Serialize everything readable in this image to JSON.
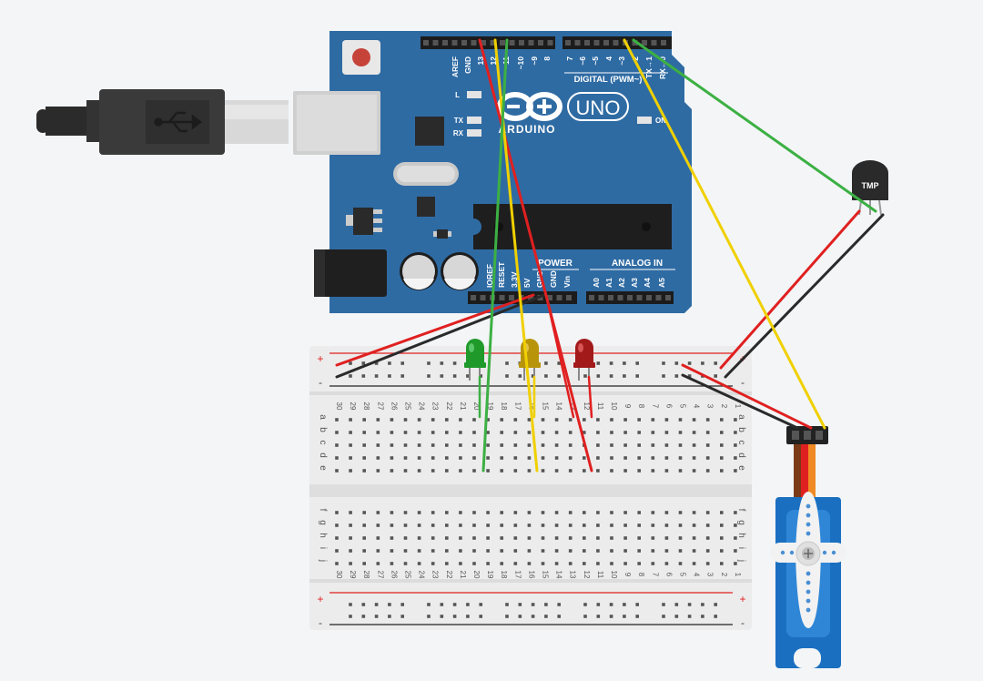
{
  "board": {
    "brand": "ARDUINO",
    "model": "UNO",
    "digital_header": "DIGITAL (PWM~)",
    "power_header": "POWER",
    "analog_header": "ANALOG IN",
    "label_l": "L",
    "label_tx": "TX",
    "label_rx": "RX",
    "label_on": "ON",
    "top_pins": [
      "AREF",
      "GND",
      "13",
      "12",
      "~11",
      "~10",
      "~9",
      "8",
      "7",
      "~6",
      "~5",
      "4",
      "~3",
      "2",
      "TX→1",
      "RX←0"
    ],
    "power_pins": [
      "IOREF",
      "RESET",
      "3.3V",
      "5V",
      "GND",
      "GND",
      "Vin"
    ],
    "analog_pins": [
      "A0",
      "A1",
      "A2",
      "A3",
      "A4",
      "A5"
    ]
  },
  "sensor": {
    "label": "TMP"
  },
  "breadboard": {
    "columns": [
      "30",
      "29",
      "28",
      "27",
      "26",
      "25",
      "24",
      "23",
      "22",
      "21",
      "20",
      "19",
      "18",
      "17",
      "16",
      "15",
      "14",
      "13",
      "12",
      "11",
      "10",
      "9",
      "8",
      "7",
      "6",
      "5",
      "4",
      "3",
      "2",
      "1"
    ],
    "rows_top": [
      "a",
      "b",
      "c",
      "d",
      "e"
    ],
    "rows_bottom": [
      "f",
      "g",
      "h",
      "i",
      "j"
    ],
    "plus": "+",
    "minus": "-"
  },
  "colors": {
    "board": "#2f6ba3",
    "wire_red": "#e02020",
    "wire_black": "#2a2a2a",
    "wire_green": "#3cb043",
    "wire_yellow": "#f0d000",
    "led_green": "#1f9a2a",
    "led_yellow": "#b8940a",
    "led_red": "#a21a1a",
    "servo": "#1a6fc0"
  }
}
